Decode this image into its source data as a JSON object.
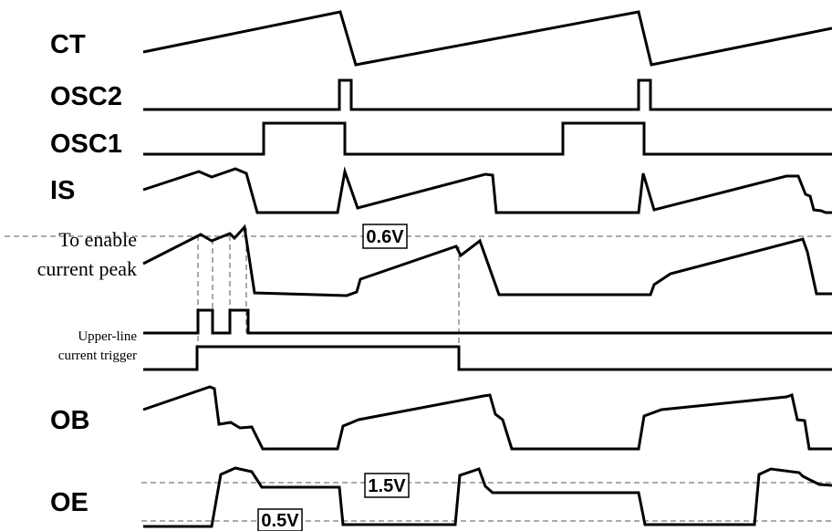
{
  "signals": {
    "ct": "CT",
    "osc2": "OSC2",
    "osc1": "OSC1",
    "is": "IS",
    "ob": "OB",
    "oe": "OE"
  },
  "annotations": {
    "enable_line1": "To enable",
    "enable_line2": "current peak",
    "trigger_line1": "Upper-line",
    "trigger_line2": "current trigger"
  },
  "threshold_labels": {
    "is_threshold": "0.6V",
    "oe_high": "1.5V",
    "oe_low": "0.5V"
  }
}
